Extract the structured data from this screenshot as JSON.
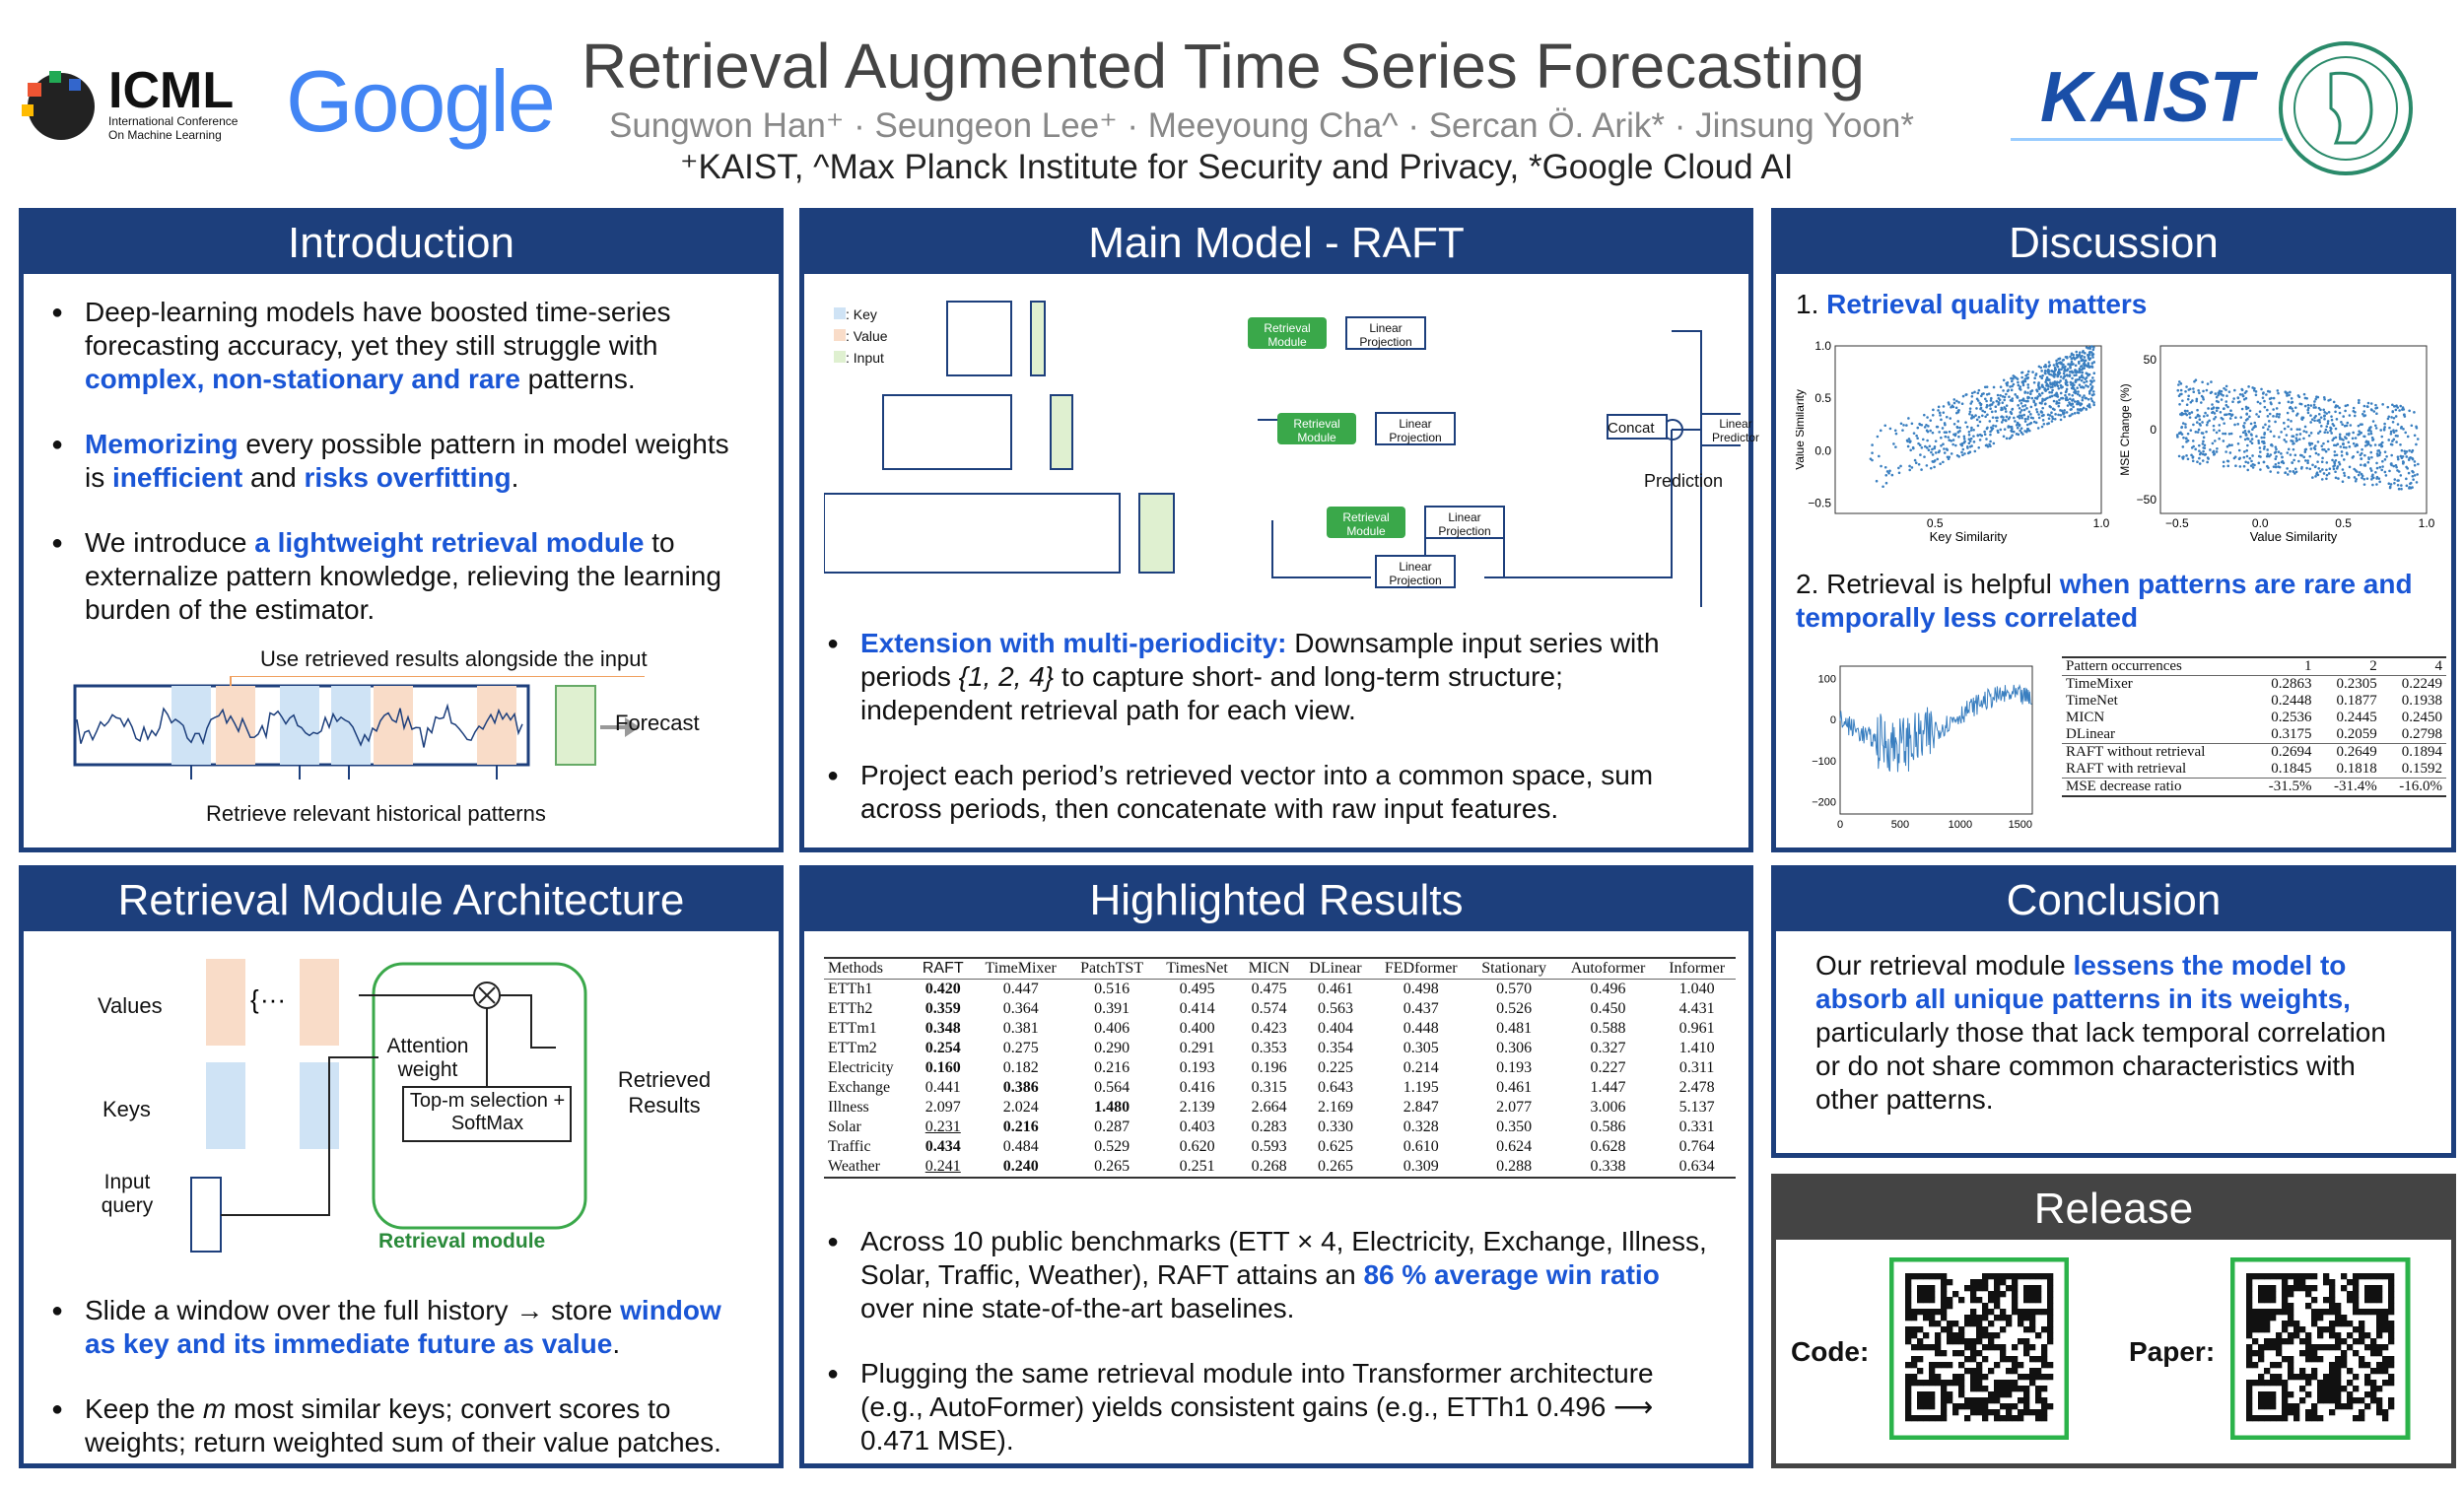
{
  "header": {
    "title": "Retrieval Augmented Time Series Forecasting",
    "authors": [
      "Sungwon Han⁺",
      "Seungeon Lee⁺",
      "Meeyoung Cha^",
      "Sercan Ö. Arik*",
      "Jinsung Yoon*"
    ],
    "affiliations": "⁺KAIST,  ^Max Planck Institute for Security and Privacy, *Google Cloud AI",
    "logos": {
      "icml": "ICML",
      "icml_sub1": "International Conference",
      "icml_sub2": "On Machine Learning",
      "google": "Google",
      "kaist": "KAIST"
    }
  },
  "intro": {
    "title": "Introduction",
    "b1": [
      "Deep-learning models have boosted time-series forecasting accuracy, yet they still struggle with ",
      "complex, non-stationary and rare",
      " patterns."
    ],
    "b2": [
      "Memorizing",
      " every possible pattern in model weights is ",
      "inefficient",
      " and ",
      "risks overfitting",
      "."
    ],
    "b3": [
      "We introduce ",
      "a lightweight retrieval module",
      " to externalize pattern knowledge, relieving the learning burden of the estimator."
    ],
    "fig": {
      "top": "Use retrieved results alongside the input",
      "right": "Forecast",
      "bottom": "Retrieve relevant historical patterns"
    }
  },
  "main": {
    "title": "Main Model - RAFT",
    "legend": [
      ": Key",
      ": Value",
      ": Input"
    ],
    "retrieval": "Retrieval Module",
    "linproj": "Linear Projection",
    "concat": "Concat",
    "linpred": "Linear Predictor",
    "prediction": "Prediction",
    "b1": [
      "Extension with multi-periodicity:",
      " Downsample input series with periods ",
      "{1, 2, 4}",
      " to capture short- and long-term structure; independent retrieval path for each view."
    ],
    "b2": "Project each period’s retrieved vector into a common space, sum across periods, then concatenate with raw input features."
  },
  "discussion": {
    "title": "Discussion",
    "h1": [
      "1. ",
      "Retrieval quality matters"
    ],
    "h2": [
      "2. Retrieval is helpful ",
      "when patterns are rare and temporally less correlated"
    ]
  },
  "chart_data": [
    {
      "type": "scatter",
      "xlabel": "Key Similarity",
      "ylabel": "Value Similarity",
      "xticks": [
        "0.5",
        "1.0"
      ],
      "yticks": [
        "1.0",
        "0.5",
        "0.0",
        "−0.5"
      ],
      "xlim": [
        0.2,
        1.0
      ],
      "ylim": [
        -0.6,
        1.0
      ]
    },
    {
      "type": "scatter",
      "xlabel": "Value Similarity",
      "ylabel": "MSE Change (%)",
      "xticks": [
        "−0.5",
        "0.0",
        "0.5",
        "1.0"
      ],
      "yticks": [
        "50",
        "0",
        "−50"
      ],
      "xlim": [
        -0.6,
        1.0
      ],
      "ylim": [
        -60,
        60
      ]
    },
    {
      "type": "line",
      "xticks": [
        "0",
        "500",
        "1000",
        "1500"
      ],
      "yticks": [
        "100",
        "0",
        "−100",
        "−200"
      ],
      "xlim": [
        0,
        1600
      ],
      "ylim": [
        -230,
        130
      ]
    },
    {
      "type": "table",
      "columns": [
        "Pattern occurrences",
        "1",
        "2",
        "4"
      ],
      "rows": [
        [
          "TimeMixer",
          "0.2863",
          "0.2305",
          "0.2249"
        ],
        [
          "TimeNet",
          "0.2448",
          "0.1877",
          "0.1938"
        ],
        [
          "MICN",
          "0.2536",
          "0.2445",
          "0.2450"
        ],
        [
          "DLinear",
          "0.3175",
          "0.2059",
          "0.2798"
        ]
      ],
      "raft": [
        [
          "RAFT without retrieval",
          "0.2694",
          "0.2649",
          "0.1894"
        ],
        [
          "RAFT with retrieval",
          "0.1845",
          "0.1818",
          "0.1592"
        ]
      ],
      "ratio": [
        "MSE decrease ratio",
        "-31.5%",
        "-31.4%",
        "-16.0%"
      ]
    },
    {
      "type": "table",
      "columns": [
        "Methods",
        "RAFT",
        "TimeMixer",
        "PatchTST",
        "TimesNet",
        "MICN",
        "DLinear",
        "FEDformer",
        "Stationary",
        "Autoformer",
        "Informer"
      ],
      "rows": [
        [
          "ETTh1",
          "0.420",
          "0.447",
          "0.516",
          "0.495",
          "0.475",
          "0.461",
          "0.498",
          "0.570",
          "0.496",
          "1.040"
        ],
        [
          "ETTh2",
          "0.359",
          "0.364",
          "0.391",
          "0.414",
          "0.574",
          "0.563",
          "0.437",
          "0.526",
          "0.450",
          "4.431"
        ],
        [
          "ETTm1",
          "0.348",
          "0.381",
          "0.406",
          "0.400",
          "0.423",
          "0.404",
          "0.448",
          "0.481",
          "0.588",
          "0.961"
        ],
        [
          "ETTm2",
          "0.254",
          "0.275",
          "0.290",
          "0.291",
          "0.353",
          "0.354",
          "0.305",
          "0.306",
          "0.327",
          "1.410"
        ],
        [
          "Electricity",
          "0.160",
          "0.182",
          "0.216",
          "0.193",
          "0.196",
          "0.225",
          "0.214",
          "0.193",
          "0.227",
          "0.311"
        ],
        [
          "Exchange",
          "0.441",
          "0.386",
          "0.564",
          "0.416",
          "0.315",
          "0.643",
          "1.195",
          "0.461",
          "1.447",
          "2.478"
        ],
        [
          "Illness",
          "2.097",
          "2.024",
          "1.480",
          "2.139",
          "2.664",
          "2.169",
          "2.847",
          "2.077",
          "3.006",
          "5.137"
        ],
        [
          "Solar",
          "0.231",
          "0.216",
          "0.287",
          "0.403",
          "0.283",
          "0.330",
          "0.328",
          "0.350",
          "0.586",
          "0.331"
        ],
        [
          "Traffic",
          "0.434",
          "0.484",
          "0.529",
          "0.620",
          "0.593",
          "0.625",
          "0.610",
          "0.624",
          "0.628",
          "0.764"
        ],
        [
          "Weather",
          "0.241",
          "0.240",
          "0.265",
          "0.251",
          "0.268",
          "0.265",
          "0.309",
          "0.288",
          "0.338",
          "0.634"
        ]
      ],
      "bold": [
        [
          0,
          1
        ],
        [
          1,
          1
        ],
        [
          2,
          1
        ],
        [
          3,
          1
        ],
        [
          4,
          1
        ],
        [
          5,
          2
        ],
        [
          6,
          3
        ],
        [
          7,
          2
        ],
        [
          8,
          1
        ],
        [
          9,
          2
        ]
      ],
      "underline": [
        [
          7,
          1
        ],
        [
          9,
          1
        ]
      ]
    }
  ],
  "arch": {
    "title": "Retrieval Module Architecture",
    "values": "Values",
    "keys": "Keys",
    "input": "Input query",
    "attn": "Attention weight",
    "topm": "Top-m selection + SoftMax",
    "retrieved": "Retrieved Results",
    "module": "Retrieval module",
    "b1": [
      "Slide a window over the full history → store ",
      "window as key and its immediate future as value",
      "."
    ],
    "b2": [
      "Keep the ",
      "m",
      " most similar keys; convert scores to weights; return weighted sum of their value patches."
    ]
  },
  "results": {
    "title": "Highlighted Results",
    "b1": [
      "Across 10 public benchmarks (ETT × 4, Electricity, Exchange, Illness, Solar, Traffic, Weather), RAFT attains an ",
      "86 % average win ratio",
      " over nine state-of-the-art baselines."
    ],
    "b2": "Plugging the same retrieval module into Transformer architecture (e.g., AutoFormer) yields consistent gains (e.g., ETTh1 0.496 ⟶ 0.471 MSE)."
  },
  "conclusion": {
    "title": "Conclusion",
    "text": [
      "Our retrieval module ",
      "lessens the model to absorb all unique patterns in its weights,",
      " particularly those that lack temporal correlation or do not share common characteristics with other patterns."
    ]
  },
  "release": {
    "title": "Release",
    "code": "Code:",
    "paper": "Paper:"
  }
}
